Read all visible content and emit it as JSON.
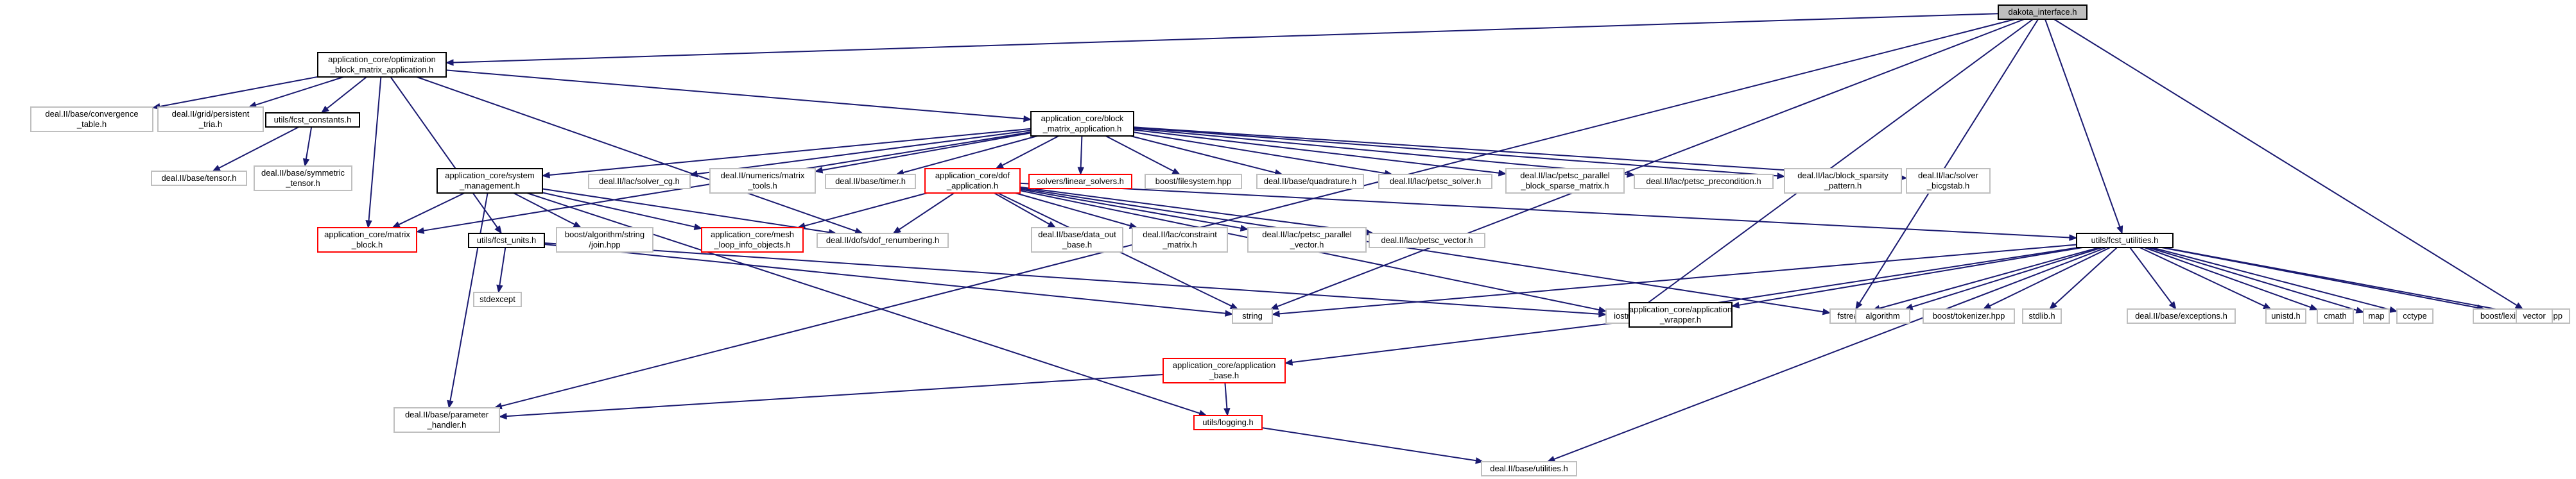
{
  "diagram": {
    "nodes": [
      {
        "id": "root",
        "lines": [
          "dakota_interface.h"
        ],
        "style": "root"
      },
      {
        "id": "opt",
        "lines": [
          "application_core/optimization",
          "_block_matrix_application.h"
        ],
        "style": "black"
      },
      {
        "id": "conv",
        "lines": [
          "deal.II/base/convergence",
          "_table.h"
        ],
        "style": "gray"
      },
      {
        "id": "gridp",
        "lines": [
          "deal.II/grid/persistent",
          "_tria.h"
        ],
        "style": "gray"
      },
      {
        "id": "fcstc",
        "lines": [
          "utils/fcst_constants.h"
        ],
        "style": "black"
      },
      {
        "id": "tensor",
        "lines": [
          "deal.II/base/tensor.h"
        ],
        "style": "gray"
      },
      {
        "id": "symt",
        "lines": [
          "deal.II/base/symmetric",
          "_tensor.h"
        ],
        "style": "gray"
      },
      {
        "id": "blockapp",
        "lines": [
          "application_core/block",
          "_matrix_application.h"
        ],
        "style": "black"
      },
      {
        "id": "sysm",
        "lines": [
          "application_core/system",
          "_management.h"
        ],
        "style": "black"
      },
      {
        "id": "solvercg",
        "lines": [
          "deal.II/lac/solver_cg.h"
        ],
        "style": "gray"
      },
      {
        "id": "mtools",
        "lines": [
          "deal.II/numerics/matrix",
          "_tools.h"
        ],
        "style": "gray"
      },
      {
        "id": "timer",
        "lines": [
          "deal.II/base/timer.h"
        ],
        "style": "gray"
      },
      {
        "id": "dofapp",
        "lines": [
          "application_core/dof",
          "_application.h"
        ],
        "style": "red"
      },
      {
        "id": "linsolv",
        "lines": [
          "solvers/linear_solvers.h"
        ],
        "style": "red"
      },
      {
        "id": "bfs",
        "lines": [
          "boost/filesystem.hpp"
        ],
        "style": "gray"
      },
      {
        "id": "quad",
        "lines": [
          "deal.II/base/quadrature.h"
        ],
        "style": "gray"
      },
      {
        "id": "petscsolver",
        "lines": [
          "deal.II/lac/petsc_solver.h"
        ],
        "style": "gray"
      },
      {
        "id": "petscbsm",
        "lines": [
          "deal.II/lac/petsc_parallel",
          "_block_sparse_matrix.h"
        ],
        "style": "gray"
      },
      {
        "id": "petscprec",
        "lines": [
          "deal.II/lac/petsc_precondition.h"
        ],
        "style": "gray"
      },
      {
        "id": "bsp",
        "lines": [
          "deal.II/lac/block_sparsity",
          "_pattern.h"
        ],
        "style": "gray"
      },
      {
        "id": "bicg",
        "lines": [
          "deal.II/lac/solver",
          "_bicgstab.h"
        ],
        "style": "gray"
      },
      {
        "id": "matblock",
        "lines": [
          "application_core/matrix",
          "_block.h"
        ],
        "style": "red"
      },
      {
        "id": "fcstunits",
        "lines": [
          "utils/fcst_units.h"
        ],
        "style": "black"
      },
      {
        "id": "bstrjoin",
        "lines": [
          "boost/algorithm/string",
          "/join.hpp"
        ],
        "style": "gray"
      },
      {
        "id": "meshloop",
        "lines": [
          "application_core/mesh",
          "_loop_info_objects.h"
        ],
        "style": "red"
      },
      {
        "id": "dofrenum",
        "lines": [
          "deal.II/dofs/dof_renumbering.h"
        ],
        "style": "gray"
      },
      {
        "id": "dataout",
        "lines": [
          "deal.II/base/data_out",
          "_base.h"
        ],
        "style": "gray"
      },
      {
        "id": "constraint",
        "lines": [
          "deal.II/lac/constraint",
          "_matrix.h"
        ],
        "style": "gray"
      },
      {
        "id": "petscpv",
        "lines": [
          "deal.II/lac/petsc_parallel",
          "_vector.h"
        ],
        "style": "gray"
      },
      {
        "id": "petscvec",
        "lines": [
          "deal.II/lac/petsc_vector.h"
        ],
        "style": "gray"
      },
      {
        "id": "fcstutil",
        "lines": [
          "utils/fcst_utilities.h"
        ],
        "style": "black"
      },
      {
        "id": "stdexcept",
        "lines": [
          "stdexcept"
        ],
        "style": "gray"
      },
      {
        "id": "string",
        "lines": [
          "string"
        ],
        "style": "gray"
      },
      {
        "id": "iostream",
        "lines": [
          "iostream"
        ],
        "style": "gray"
      },
      {
        "id": "appwrap",
        "lines": [
          "application_core/application",
          "_wrapper.h"
        ],
        "style": "black"
      },
      {
        "id": "fstream",
        "lines": [
          "fstream"
        ],
        "style": "gray"
      },
      {
        "id": "algorithm",
        "lines": [
          "algorithm"
        ],
        "style": "gray"
      },
      {
        "id": "btok",
        "lines": [
          "boost/tokenizer.hpp"
        ],
        "style": "gray"
      },
      {
        "id": "stdlib",
        "lines": [
          "stdlib.h"
        ],
        "style": "gray"
      },
      {
        "id": "exceptions",
        "lines": [
          "deal.II/base/exceptions.h"
        ],
        "style": "gray"
      },
      {
        "id": "unistd",
        "lines": [
          "unistd.h"
        ],
        "style": "gray"
      },
      {
        "id": "cmath",
        "lines": [
          "cmath"
        ],
        "style": "gray"
      },
      {
        "id": "map",
        "lines": [
          "map"
        ],
        "style": "gray"
      },
      {
        "id": "cctype",
        "lines": [
          "cctype"
        ],
        "style": "gray"
      },
      {
        "id": "lexcast",
        "lines": [
          "boost/lexical_cast.hpp"
        ],
        "style": "gray"
      },
      {
        "id": "vector",
        "lines": [
          "vector"
        ],
        "style": "gray"
      },
      {
        "id": "appbase",
        "lines": [
          "application_core/application",
          "_base.h"
        ],
        "style": "red"
      },
      {
        "id": "param",
        "lines": [
          "deal.II/base/parameter",
          "_handler.h"
        ],
        "style": "gray"
      },
      {
        "id": "logging",
        "lines": [
          "utils/logging.h"
        ],
        "style": "red"
      },
      {
        "id": "utilities",
        "lines": [
          "deal.II/base/utilities.h"
        ],
        "style": "gray"
      }
    ],
    "edges": [
      [
        "root",
        "opt"
      ],
      [
        "root",
        "fcstutil"
      ],
      [
        "root",
        "param"
      ],
      [
        "root",
        "string"
      ],
      [
        "root",
        "iostream"
      ],
      [
        "root",
        "fstream"
      ],
      [
        "root",
        "vector"
      ],
      [
        "opt",
        "conv"
      ],
      [
        "opt",
        "gridp"
      ],
      [
        "opt",
        "fcstc"
      ],
      [
        "opt",
        "blockapp"
      ],
      [
        "opt",
        "matblock"
      ],
      [
        "opt",
        "fcstunits"
      ],
      [
        "opt",
        "dofrenum"
      ],
      [
        "fcstc",
        "tensor"
      ],
      [
        "fcstc",
        "symt"
      ],
      [
        "blockapp",
        "sysm"
      ],
      [
        "blockapp",
        "solvercg"
      ],
      [
        "blockapp",
        "mtools"
      ],
      [
        "blockapp",
        "timer"
      ],
      [
        "blockapp",
        "dofapp"
      ],
      [
        "blockapp",
        "linsolv"
      ],
      [
        "blockapp",
        "bfs"
      ],
      [
        "blockapp",
        "quad"
      ],
      [
        "blockapp",
        "petscsolver"
      ],
      [
        "blockapp",
        "petscbsm"
      ],
      [
        "blockapp",
        "petscprec"
      ],
      [
        "blockapp",
        "bsp"
      ],
      [
        "blockapp",
        "bicg"
      ],
      [
        "blockapp",
        "matblock"
      ],
      [
        "sysm",
        "matblock"
      ],
      [
        "sysm",
        "bstrjoin"
      ],
      [
        "sysm",
        "meshloop"
      ],
      [
        "sysm",
        "dofrenum"
      ],
      [
        "sysm",
        "param"
      ],
      [
        "sysm",
        "logging"
      ],
      [
        "dofapp",
        "meshloop"
      ],
      [
        "dofapp",
        "dofrenum"
      ],
      [
        "dofapp",
        "dataout"
      ],
      [
        "dofapp",
        "constraint"
      ],
      [
        "dofapp",
        "petscpv"
      ],
      [
        "dofapp",
        "petscvec"
      ],
      [
        "dofapp",
        "fcstutil"
      ],
      [
        "dofapp",
        "string"
      ],
      [
        "dofapp",
        "iostream"
      ],
      [
        "dofapp",
        "fstream"
      ],
      [
        "fcstunits",
        "stdexcept"
      ],
      [
        "fcstunits",
        "string"
      ],
      [
        "fcstunits",
        "iostream"
      ],
      [
        "fcstutil",
        "string"
      ],
      [
        "fcstutil",
        "iostream"
      ],
      [
        "fcstutil",
        "fstream"
      ],
      [
        "fcstutil",
        "appwrap"
      ],
      [
        "fcstutil",
        "algorithm"
      ],
      [
        "fcstutil",
        "btok"
      ],
      [
        "fcstutil",
        "stdlib"
      ],
      [
        "fcstutil",
        "exceptions"
      ],
      [
        "fcstutil",
        "unistd"
      ],
      [
        "fcstutil",
        "cmath"
      ],
      [
        "fcstutil",
        "map"
      ],
      [
        "fcstutil",
        "cctype"
      ],
      [
        "fcstutil",
        "lexcast"
      ],
      [
        "fcstutil",
        "vector"
      ],
      [
        "fcstutil",
        "utilities"
      ],
      [
        "appwrap",
        "appbase"
      ],
      [
        "appbase",
        "param"
      ],
      [
        "appbase",
        "logging"
      ],
      [
        "logging",
        "utilities"
      ]
    ]
  }
}
